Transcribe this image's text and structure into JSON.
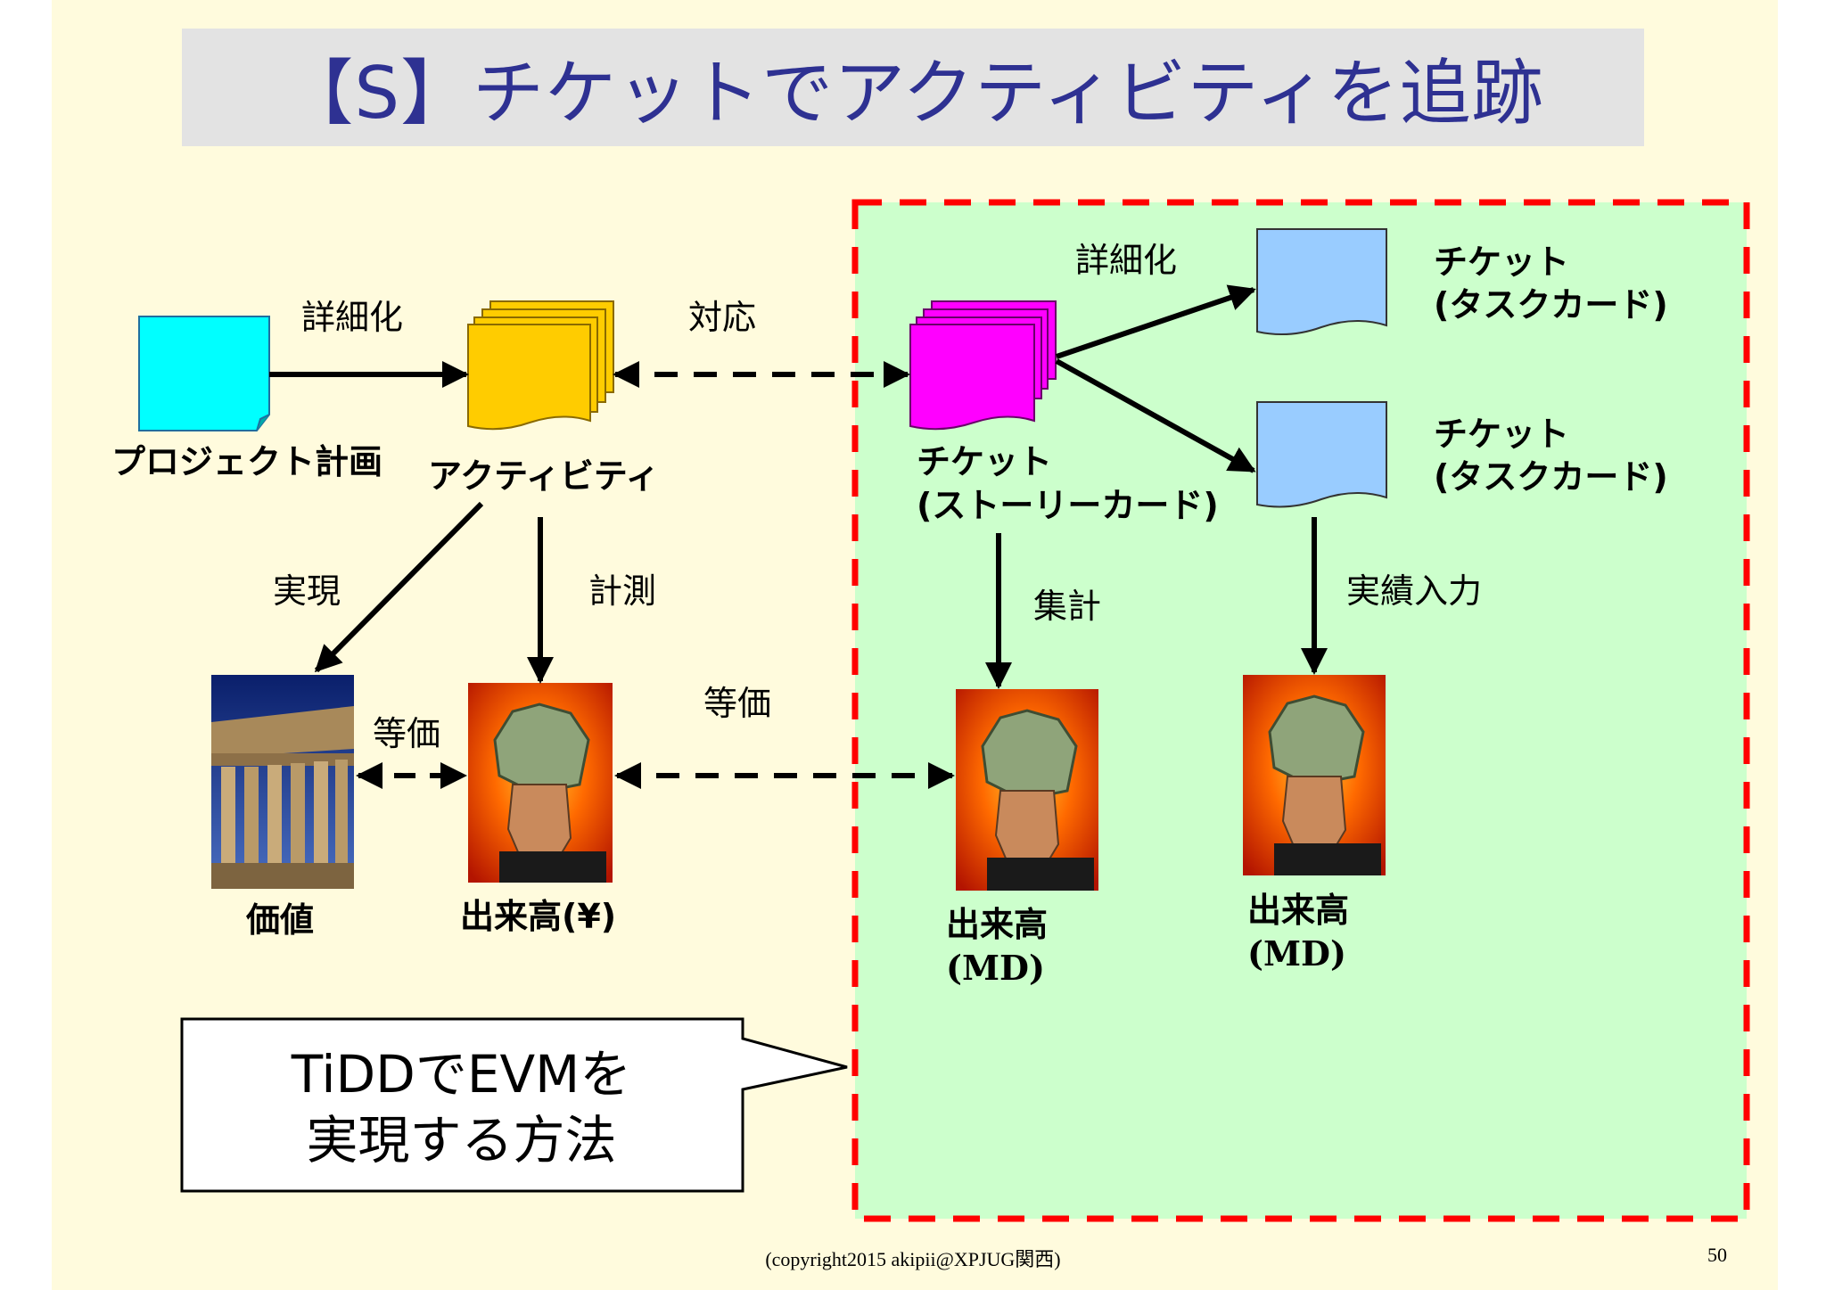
{
  "slide": {
    "title": "【S】チケットでアクティビティを追跡",
    "footer_copyright": "(copyright2015 akipii@XPJUG関西)",
    "page_number": "50"
  },
  "colors": {
    "title_text": "#2e3192",
    "title_band": "#e3e3e3",
    "slide_background": "#fffbdd",
    "green_region": "#ccffcc",
    "dashed_border": "#ff0000",
    "project_doc": "#00ffff",
    "activity_doc": "#ffcc00",
    "story_ticket": "#ff00ff",
    "task_ticket": "#99ccff"
  },
  "nodes": {
    "project_plan": "プロジェクト計画",
    "activity": "アクティビティ",
    "story_ticket_line1": "チケット",
    "story_ticket_line2": "(ストーリーカード)",
    "task_ticket_1_line1": "チケット",
    "task_ticket_1_line2": "(タスクカード)",
    "task_ticket_2_line1": "チケット",
    "task_ticket_2_line2": "(タスクカード)",
    "value": "価値",
    "earned_value_yen": "出来高(¥)",
    "earned_value_md_1_line1": "出来高",
    "earned_value_md_1_line2": "(MD)",
    "earned_value_md_2_line1": "出来高",
    "earned_value_md_2_line2": "(MD)"
  },
  "edges": {
    "plan_to_activity": "詳細化",
    "activity_to_story": "対応",
    "story_to_tasks": "詳細化",
    "activity_to_value": "実現",
    "activity_to_ev": "計測",
    "value_ev_equal": "等価",
    "ev_story_equal": "等価",
    "story_aggregate": "集計",
    "task_actual_input": "実績入力"
  },
  "callout": {
    "line1": "TiDDでEVMを",
    "line2": "実現する方法"
  }
}
